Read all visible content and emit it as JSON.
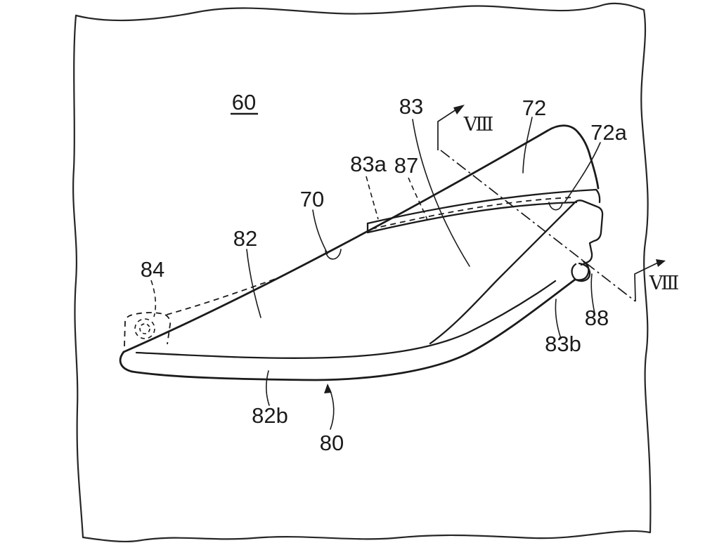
{
  "figure": {
    "number": "60"
  },
  "section_markers": {
    "top": "Ⅷ",
    "right": "Ⅷ"
  },
  "labels": [
    {
      "id": "83",
      "text": "83"
    },
    {
      "id": "72",
      "text": "72"
    },
    {
      "id": "72a",
      "text": "72a"
    },
    {
      "id": "83a",
      "text": "83a"
    },
    {
      "id": "87",
      "text": "87"
    },
    {
      "id": "70",
      "text": "70"
    },
    {
      "id": "82",
      "text": "82"
    },
    {
      "id": "84",
      "text": "84"
    },
    {
      "id": "88",
      "text": "88"
    },
    {
      "id": "83b",
      "text": "83b"
    },
    {
      "id": "82b",
      "text": "82b"
    },
    {
      "id": "80",
      "text": "80"
    }
  ],
  "colors": {
    "ink": "#1b1b1b",
    "background": "#ffffff"
  }
}
